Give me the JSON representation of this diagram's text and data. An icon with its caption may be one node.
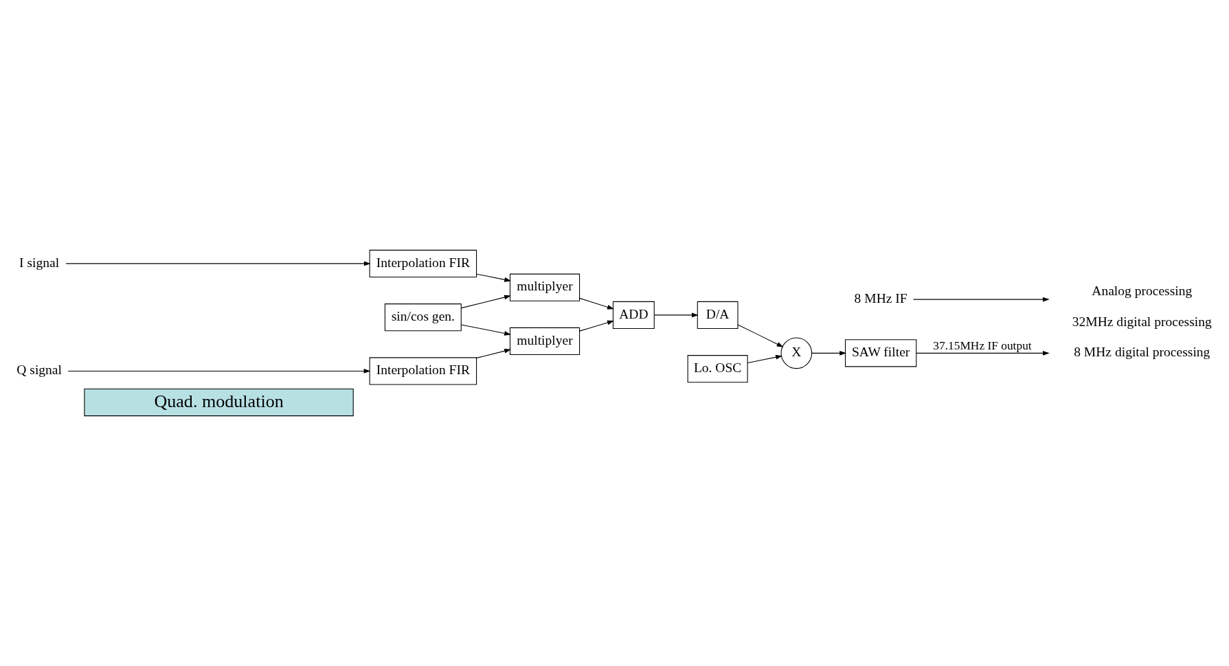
{
  "diagram": {
    "nodes": [
      {
        "text": [
          "Quad. modulation"
        ]
      },
      {
        "text": [
          "I signal"
        ]
      },
      {
        "text": [
          "Interpolation FIR"
        ]
      },
      {
        "text": [
          "multiplyer"
        ]
      },
      {
        "text": [
          "Q signal"
        ]
      },
      {
        "text": [
          "Interpolation FIR"
        ]
      },
      {
        "text": [
          "multiplyer"
        ]
      },
      {
        "text": [
          "ADD"
        ]
      },
      {
        "text": [
          "D/A"
        ]
      },
      {
        "text": [
          "X"
        ]
      },
      {
        "text": [
          "SAW filter"
        ]
      },
      {
        "text": [
          "sin/cos gen."
        ]
      },
      {
        "text": [
          "Lo. OSC"
        ]
      },
      {
        "text": [
          "8 MHz IF"
        ]
      }
    ],
    "edges": [
      {
        "from": 1,
        "to": 2,
        "arrow": "to"
      },
      {
        "from": 2,
        "to": 3,
        "arrow": "to"
      },
      {
        "from": 4,
        "to": 5,
        "arrow": "to"
      },
      {
        "from": 5,
        "to": 6,
        "arrow": "to"
      },
      {
        "from": 3,
        "to": 7,
        "arrow": "to"
      },
      {
        "from": 6,
        "to": 7,
        "arrow": "to"
      },
      {
        "from": 11,
        "to": 3,
        "arrow": "to"
      },
      {
        "from": 11,
        "to": 6,
        "arrow": "to"
      },
      {
        "from": 7,
        "to": 8,
        "arrow": "to"
      },
      {
        "from": 8,
        "to": 9,
        "arrow": "to"
      },
      {
        "from": 9,
        "to": 10,
        "arrow": "to"
      },
      {
        "from": 12,
        "to": 9,
        "arrow": "to"
      },
      {
        "from": 10,
        "to": null,
        "arrow": "to",
        "label": "37.15MHz IF output"
      },
      {
        "from": 13,
        "to": null,
        "arrow": "to"
      }
    ],
    "labels": [
      "8 MHz digital processing",
      "32MHz digital processing",
      "Analog processing"
    ]
  }
}
